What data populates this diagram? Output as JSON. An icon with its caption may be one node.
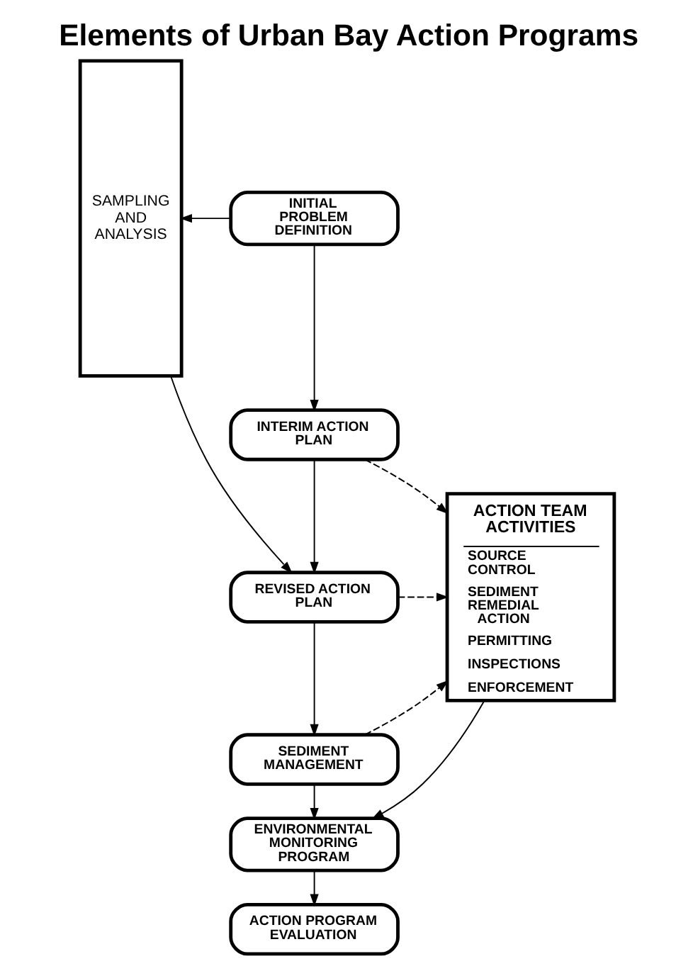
{
  "diagram": {
    "title": "Elements of Urban Bay Action Programs",
    "nodes": [
      {
        "text": [
          "SAMPLING AND ANALYSIS"
        ]
      },
      {
        "text": [
          "INITIAL PROBLEM DEFINITION"
        ]
      },
      {
        "text": [
          "INTERIM ACTION PLAN"
        ]
      },
      {
        "text": [
          "REVISED ACTION PLAN"
        ]
      },
      {
        "text": [
          "SEDIMENT MANAGEMENT"
        ]
      },
      {
        "text": [
          "ENVIRONMENTAL MONITORING PROGRAM"
        ]
      },
      {
        "text": [
          "ACTION PROGRAM EVALUATION"
        ]
      },
      {
        "text": [
          "ACTION TEAM ACTIVITIES",
          "SOURCE CONTROL",
          "SEDIMENT REMEDIAL ACTION",
          "PERMITTING",
          "INSPECTIONS",
          "ENFORCEMENT"
        ]
      }
    ],
    "edges": [
      {
        "from": 1,
        "to": 0,
        "arrow": "to"
      },
      {
        "from": 0,
        "to": 3,
        "arrow": "to"
      },
      {
        "from": 1,
        "to": 2,
        "arrow": "to"
      },
      {
        "from": 2,
        "to": 3,
        "arrow": "to"
      },
      {
        "from": 3,
        "to": 4,
        "arrow": "to"
      },
      {
        "from": 4,
        "to": 5,
        "arrow": "to"
      },
      {
        "from": 5,
        "to": 6,
        "arrow": "to"
      },
      {
        "from": 2,
        "to": 7,
        "arrow": "to",
        "style": "dashed"
      },
      {
        "from": 3,
        "to": 7,
        "arrow": "to",
        "style": "dashed"
      },
      {
        "from": 4,
        "to": 7,
        "arrow": "to",
        "style": "dashed"
      },
      {
        "from": 7,
        "to": 5,
        "arrow": "to"
      }
    ]
  }
}
